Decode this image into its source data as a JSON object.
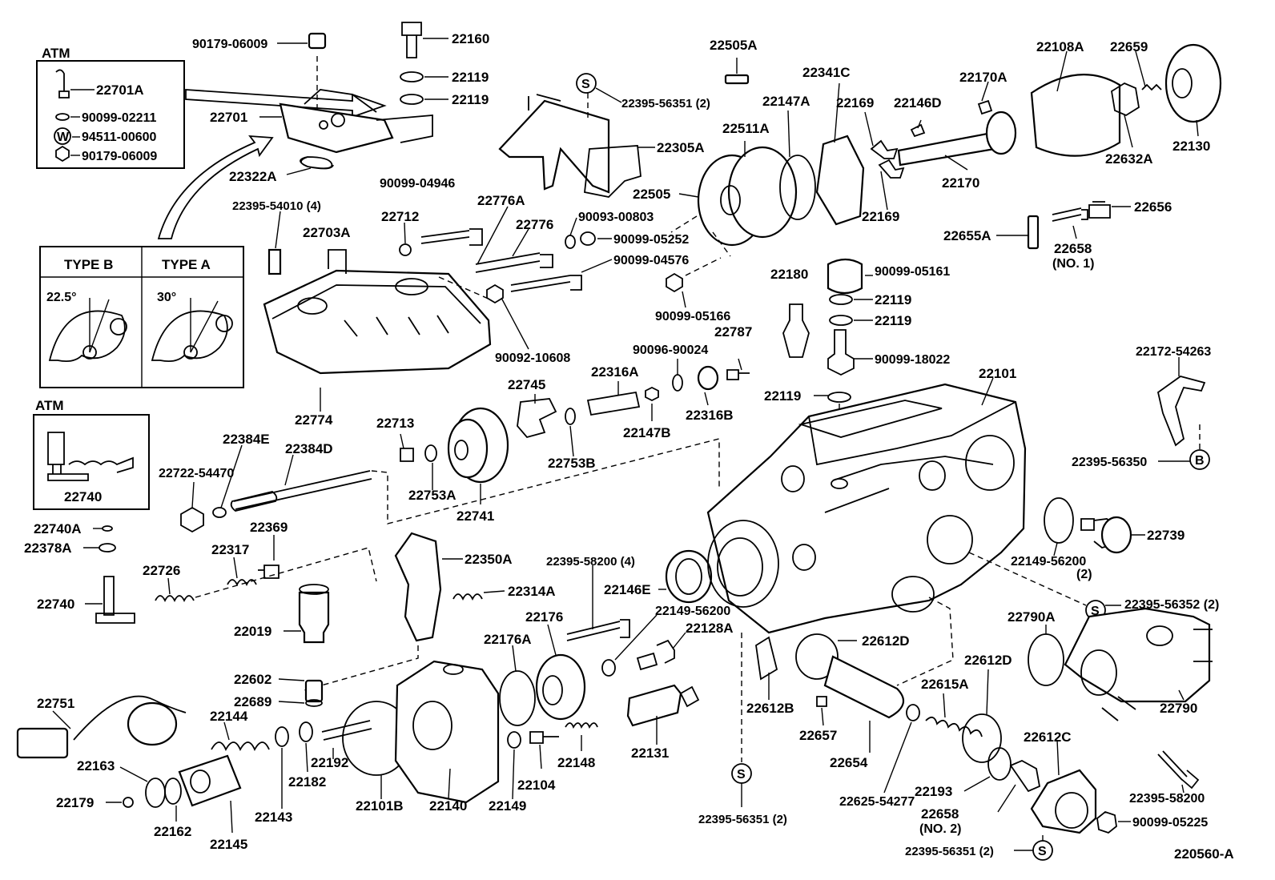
{
  "diagram_id": "220560-A",
  "atm_label": "ATM",
  "type_b": {
    "title": "TYPE  B",
    "angle": "22.5°"
  },
  "type_a": {
    "title": "TYPE  A",
    "angle": "30°"
  },
  "atm_top_parts": [
    "22701A",
    "90099-02211",
    "94511-00600",
    "90179-06009"
  ],
  "atm_bottom_part": "22740",
  "circle_letters": {
    "s": "S",
    "w": "W",
    "b": "B"
  },
  "parts": {
    "p90179_06009": "90179-06009",
    "p22160": "22160",
    "p22119_a": "22119",
    "p22119_b": "22119",
    "p22701": "22701",
    "p22322A": "22322A",
    "p22395_54010": "22395-54010 (4)",
    "p22703A": "22703A",
    "p90099_04946": "90099-04946",
    "p22712": "22712",
    "p22776A": "22776A",
    "p22776": "22776",
    "p90093_00803": "90093-00803",
    "p90099_05252": "90099-05252",
    "p90099_04576": "90099-04576",
    "p90092_10608": "90092-10608",
    "p22774": "22774",
    "p22395_56351_top": "22395-56351 (2)",
    "p22305A": "22305A",
    "p22505A": "22505A",
    "p22511A": "22511A",
    "p22505": "22505",
    "p90099_05166": "90099-05166",
    "p22147A": "22147A",
    "p22341C": "22341C",
    "p22169_a": "22169",
    "p22169_b": "22169",
    "p22146D": "22146D",
    "p22170A": "22170A",
    "p22108A": "22108A",
    "p22659": "22659",
    "p22130": "22130",
    "p22632A": "22632A",
    "p22170": "22170",
    "p22656": "22656",
    "p22655A": "22655A",
    "p22658_1": "22658",
    "p22658_1_note": "(NO. 1)",
    "p22180": "22180",
    "p90099_05161": "90099-05161",
    "p22119_c": "22119",
    "p22119_d": "22119",
    "p90099_18022": "90099-18022",
    "p22119_e": "22119",
    "p22787": "22787",
    "p90096_90024": "90096-90024",
    "p22316A": "22316A",
    "p22316B": "22316B",
    "p22147B": "22147B",
    "p22745": "22745",
    "p22753B": "22753B",
    "p22713": "22713",
    "p22753A": "22753A",
    "p22741": "22741",
    "p22384E": "22384E",
    "p22384D": "22384D",
    "p22722_54470": "22722-54470",
    "p22740A": "22740A",
    "p22378A": "22378A",
    "p22369": "22369",
    "p22317": "22317",
    "p22726": "22726",
    "p22740": "22740",
    "p22350A": "22350A",
    "p22019": "22019",
    "p22314A": "22314A",
    "p22395_58200_4": "22395-58200 (4)",
    "p22146E": "22146E",
    "p22149_56200_a": "22149-56200",
    "p22128A": "22128A",
    "p22176": "22176",
    "p22176A": "22176A",
    "p22101": "22101",
    "p22172_54263": "22172-54263",
    "p22395_56350": "22395-56350",
    "p22739": "22739",
    "p22149_56200_b": "22149-56200",
    "p22149_56200_b_note": "(2)",
    "p22395_56352": "22395-56352 (2)",
    "p22790A": "22790A",
    "p22790": "22790",
    "p22612D_a": "22612D",
    "p22612D_b": "22612D",
    "p22612B": "22612B",
    "p22657": "22657",
    "p22654": "22654",
    "p22615A": "22615A",
    "p22612C": "22612C",
    "p22625_54277": "22625-54277",
    "p22193": "22193",
    "p22658_2": "22658",
    "p22658_2_note": "(NO. 2)",
    "p22395_56351_bottom": "22395-56351 (2)",
    "p22395_56351_mid": "22395-56351 (2)",
    "p22395_58200": "22395-58200",
    "p90099_05225": "90099-05225",
    "p22602": "22602",
    "p22689": "22689",
    "p22751": "22751",
    "p22144": "22144",
    "p22163": "22163",
    "p22179": "22179",
    "p22162": "22162",
    "p22145": "22145",
    "p22143": "22143",
    "p22182": "22182",
    "p22192": "22192",
    "p22101B": "22101B",
    "p22140": "22140",
    "p22149": "22149",
    "p22104": "22104",
    "p22148": "22148",
    "p22131": "22131"
  }
}
